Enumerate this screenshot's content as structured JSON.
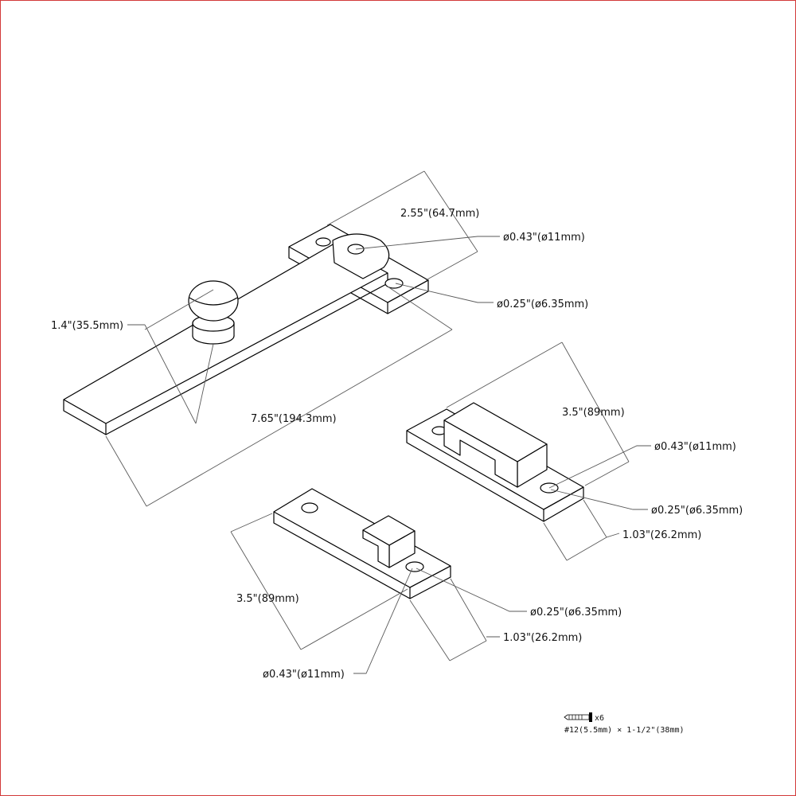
{
  "labels": {
    "arm_width": "2.55\"(64.7mm)",
    "arm_hole_large": "ø0.43\"(ø11mm)",
    "arm_hole_small": "ø0.25\"(ø6.35mm)",
    "knob_height": "1.4\"(35.5mm)",
    "arm_length": "7.65\"(194.3mm)",
    "keeper_upper_length": "3.5\"(89mm)",
    "keeper_upper_hole_large": "ø0.43\"(ø11mm)",
    "keeper_upper_hole_small": "ø0.25\"(ø6.35mm)",
    "keeper_upper_width": "1.03\"(26.2mm)",
    "keeper_lower_length": "3.5\"(89mm)",
    "keeper_lower_hole_small": "ø0.25\"(ø6.35mm)",
    "keeper_lower_width": "1.03\"(26.2mm)",
    "keeper_lower_hole_large": "ø0.43\"(ø11mm)"
  },
  "screw_note": {
    "count": "x6",
    "spec": "#12(5.5mm) × 1-1/2\"(38mm)"
  },
  "colors": {
    "frame": "#d23a3a",
    "line": "#000000",
    "dimension": "#5a5a5a"
  }
}
